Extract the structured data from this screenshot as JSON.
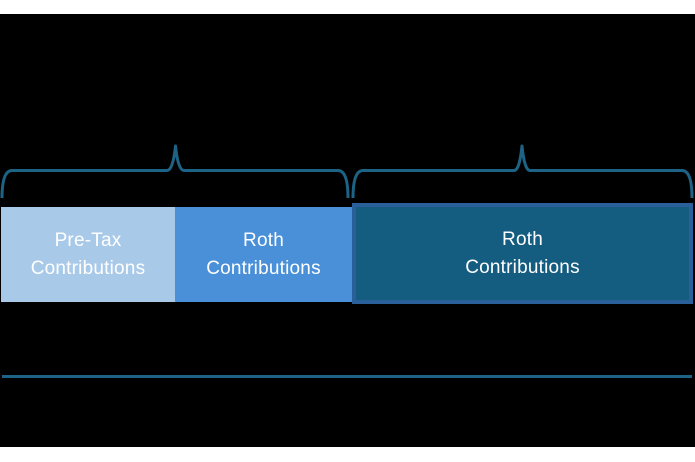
{
  "canvas": {
    "background": "#000000",
    "top_strip_color": "#ffffff",
    "bottom_strip_color": "#ffffff"
  },
  "bar": {
    "segments": [
      {
        "id": "pre-tax-contributions",
        "line1": "Pre-Tax",
        "line2": "Contributions",
        "color": "#a9c9e9",
        "text_color": "#ffffff"
      },
      {
        "id": "roth-contributions-1",
        "line1": "Roth",
        "line2": "Contributions",
        "color": "#4a90d8",
        "text_color": "#ffffff"
      },
      {
        "id": "roth-contributions-2",
        "line1": "Roth",
        "line2": "Contributions",
        "color": "#155d80",
        "border_color": "#2a6099",
        "text_color": "#ffffff"
      }
    ]
  },
  "braces": {
    "color": "#1d6385"
  },
  "divider": {
    "color": "#1d6385"
  }
}
